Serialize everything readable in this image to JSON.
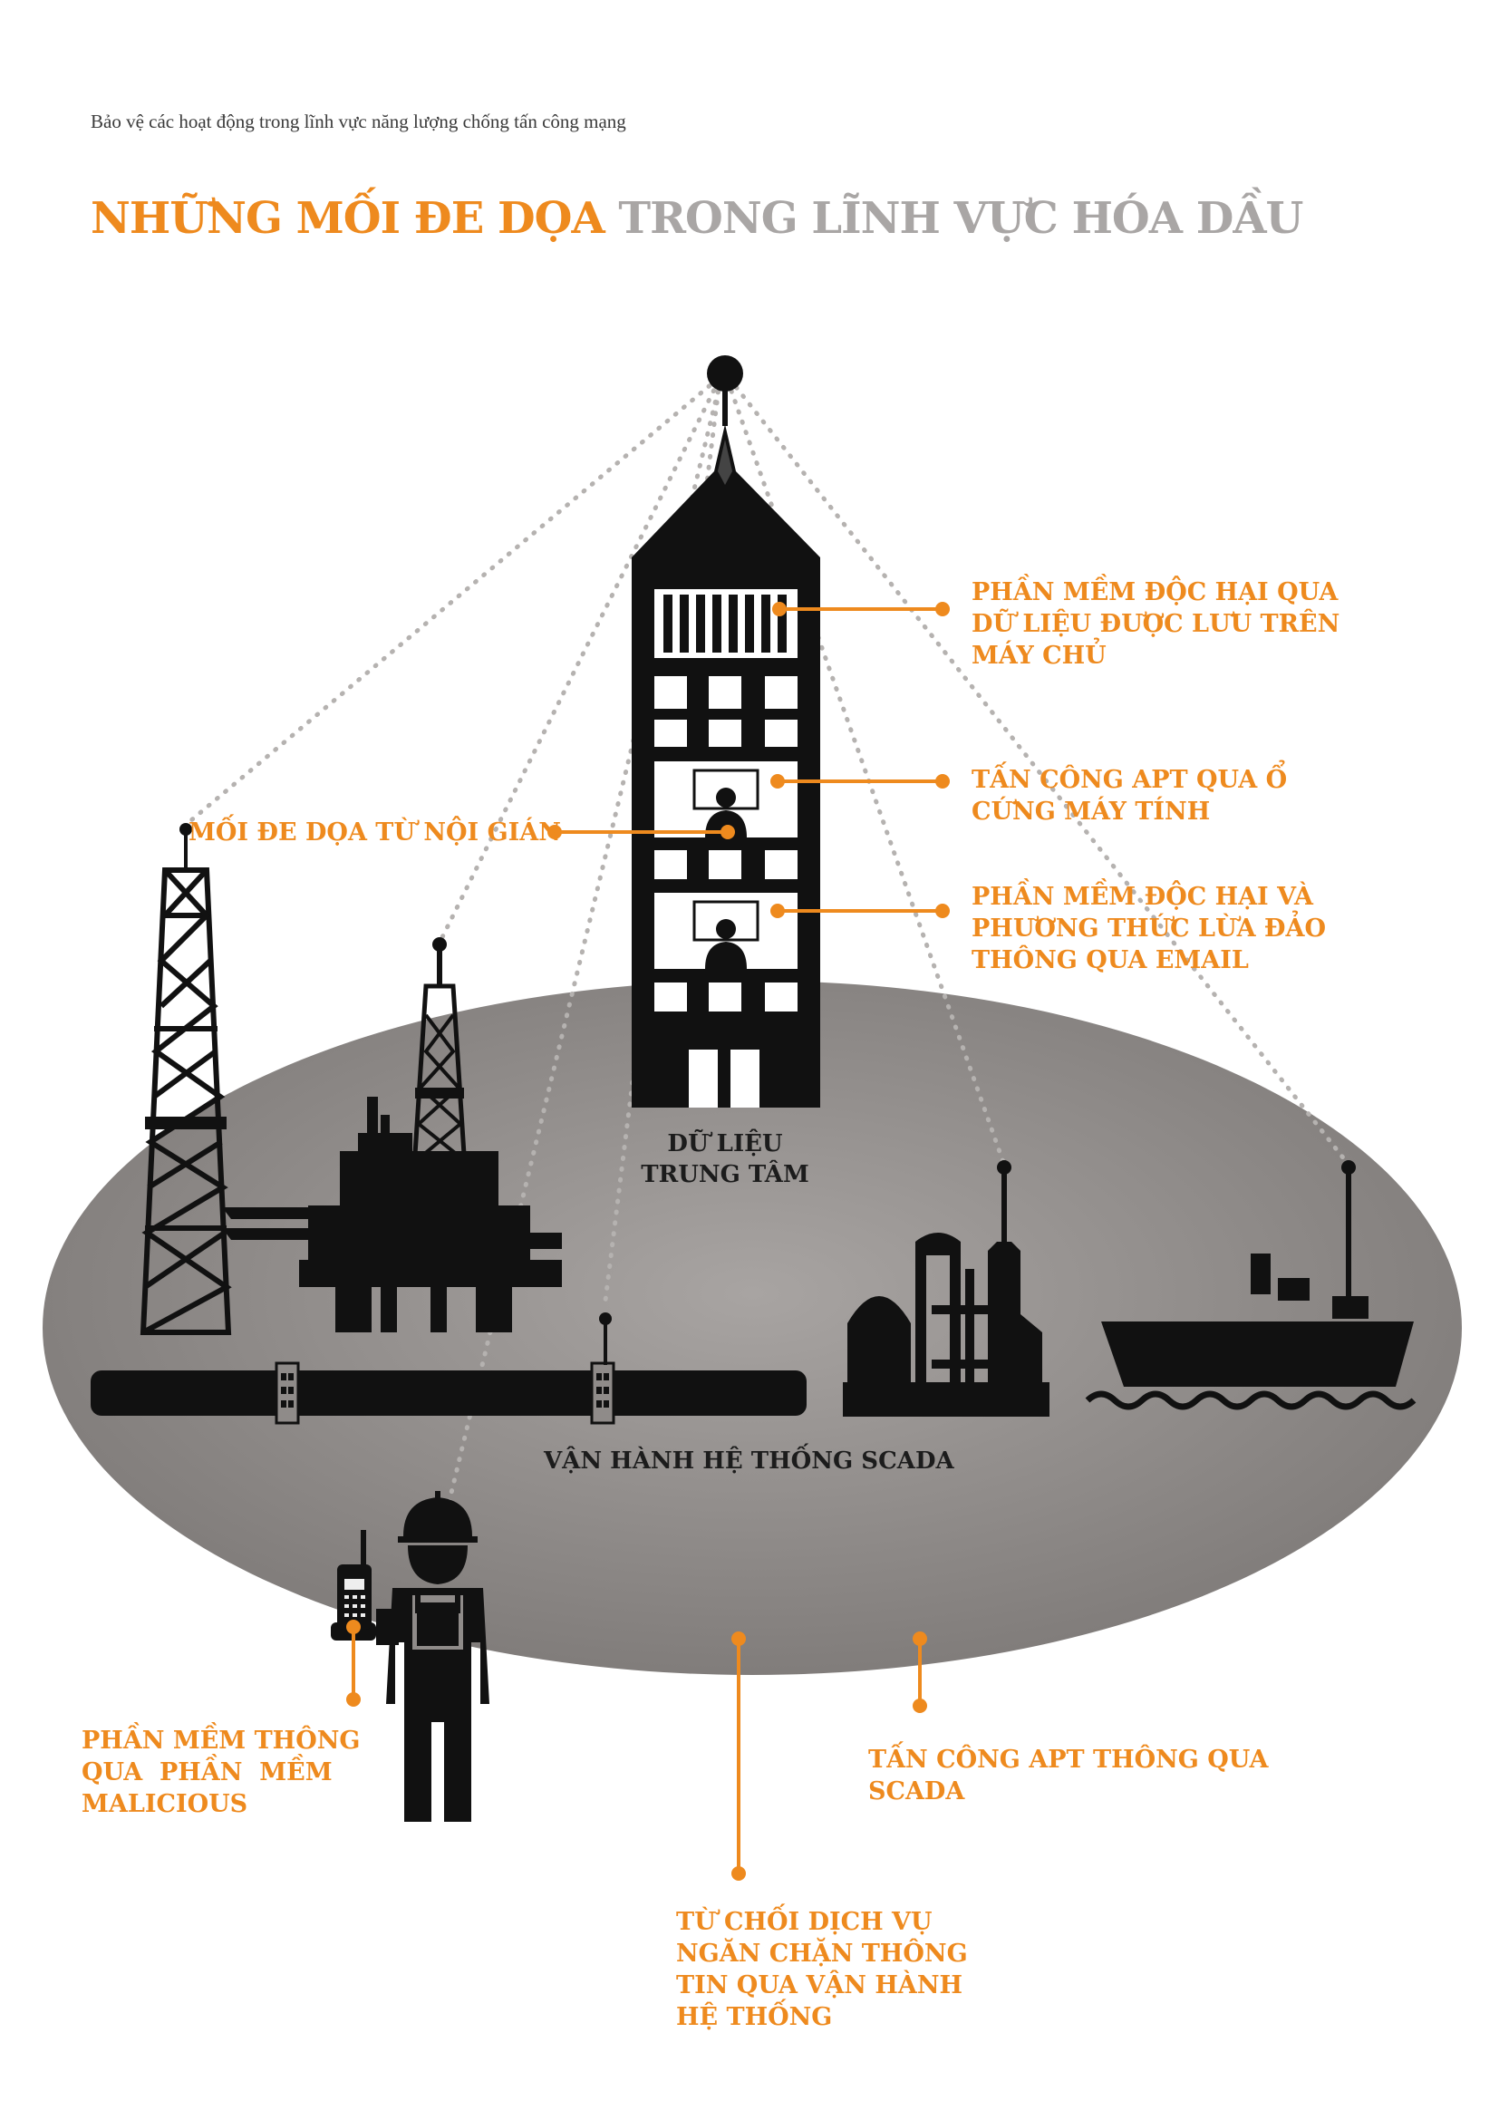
{
  "header": {
    "subtitle": "Bảo vệ các hoạt động trong lĩnh vực năng lượng chống tấn công mạng",
    "title_highlight": "NHỮNG MỐI ĐE DỌA",
    "title_rest": " TRONG LĨNH VỰC HÓA DẦU"
  },
  "nodes": {
    "data_center": [
      "DỮ LIỆU",
      "TRUNG TÂM"
    ],
    "scada": "VẬN HÀNH HỆ THỐNG SCADA"
  },
  "threats": {
    "server_malware": [
      "PHẦN MỀM ĐỘC HẠI QUA",
      "DỮ LIỆU ĐƯỢC LƯU TRÊN",
      "MÁY CHỦ"
    ],
    "apt_hdd": [
      "TẤN CÔNG APT QUA Ổ",
      "CỨNG MÁY TÍNH"
    ],
    "email_phishing": [
      "PHẦN MỀM ĐỘC HẠI VÀ",
      "PHƯƠNG THỨC LỪA ĐẢO",
      "THÔNG QUA EMAIL"
    ],
    "insider": "MỐI ĐE DỌA TỪ NỘI GIÁN",
    "software_malicious": [
      "PHẦN MỀM THÔNG",
      "QUA  PHẦN  MỀM",
      "MALICIOUS"
    ],
    "apt_scada": [
      "TẤN CÔNG APT THÔNG QUA",
      "SCADA"
    ],
    "dos": [
      "TỪ CHỐI DỊCH VỤ",
      "NGĂN CHẶN THÔNG",
      "TIN QUA VẬN HÀNH",
      "HỆ THỐNG"
    ]
  },
  "colors": {
    "accent": "#ee8a1e",
    "silhouette": "#111111",
    "ground": "#8f8b89",
    "title_gray": "#a9a6a5",
    "dotted_link": "#b5b2b0"
  },
  "icons": [
    "antenna-icon",
    "office-tower-icon",
    "server-rack-icon",
    "computer-worker-icon",
    "oil-derrick-icon",
    "offshore-platform-icon",
    "pipeline-icon",
    "refinery-icon",
    "tanker-ship-icon",
    "field-worker-icon",
    "radio-icon"
  ]
}
